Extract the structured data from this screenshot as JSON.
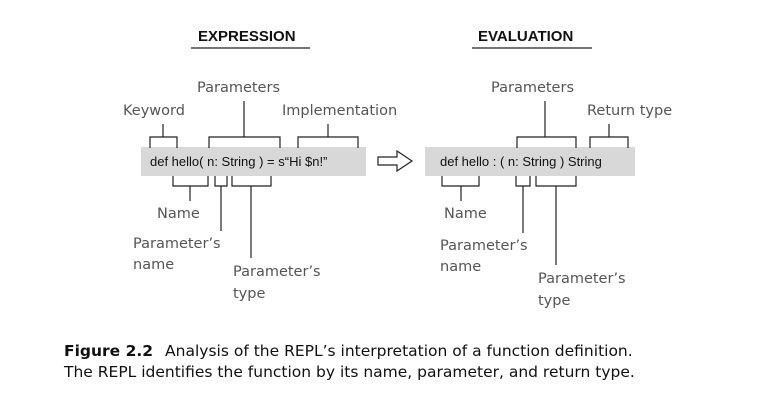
{
  "expression": {
    "heading": "EXPRESSION",
    "code": "def hello( n: String ) = s“Hi $n!”",
    "labels": {
      "parameters": "Parameters",
      "keyword": "Keyword",
      "implementation": "Implementation",
      "name": "Name",
      "parameter_name_1": "Parameter’s",
      "parameter_name_2": "name",
      "parameter_type_1": "Parameter’s",
      "parameter_type_2": "type"
    }
  },
  "evaluation": {
    "heading": "EVALUATION",
    "code": "def hello : ( n: String ) String",
    "labels": {
      "parameters": "Parameters",
      "return_type": "Return type",
      "name": "Name",
      "parameter_name_1": "Parameter’s",
      "parameter_name_2": "name",
      "parameter_type_1": "Parameter’s",
      "parameter_type_2": "type"
    }
  },
  "caption": {
    "figure": "Figure 2.2",
    "line1": "Analysis of the REPL’s interpretation of a function definition.",
    "line2": "The REPL identifies the function by its name, parameter, and return type."
  }
}
